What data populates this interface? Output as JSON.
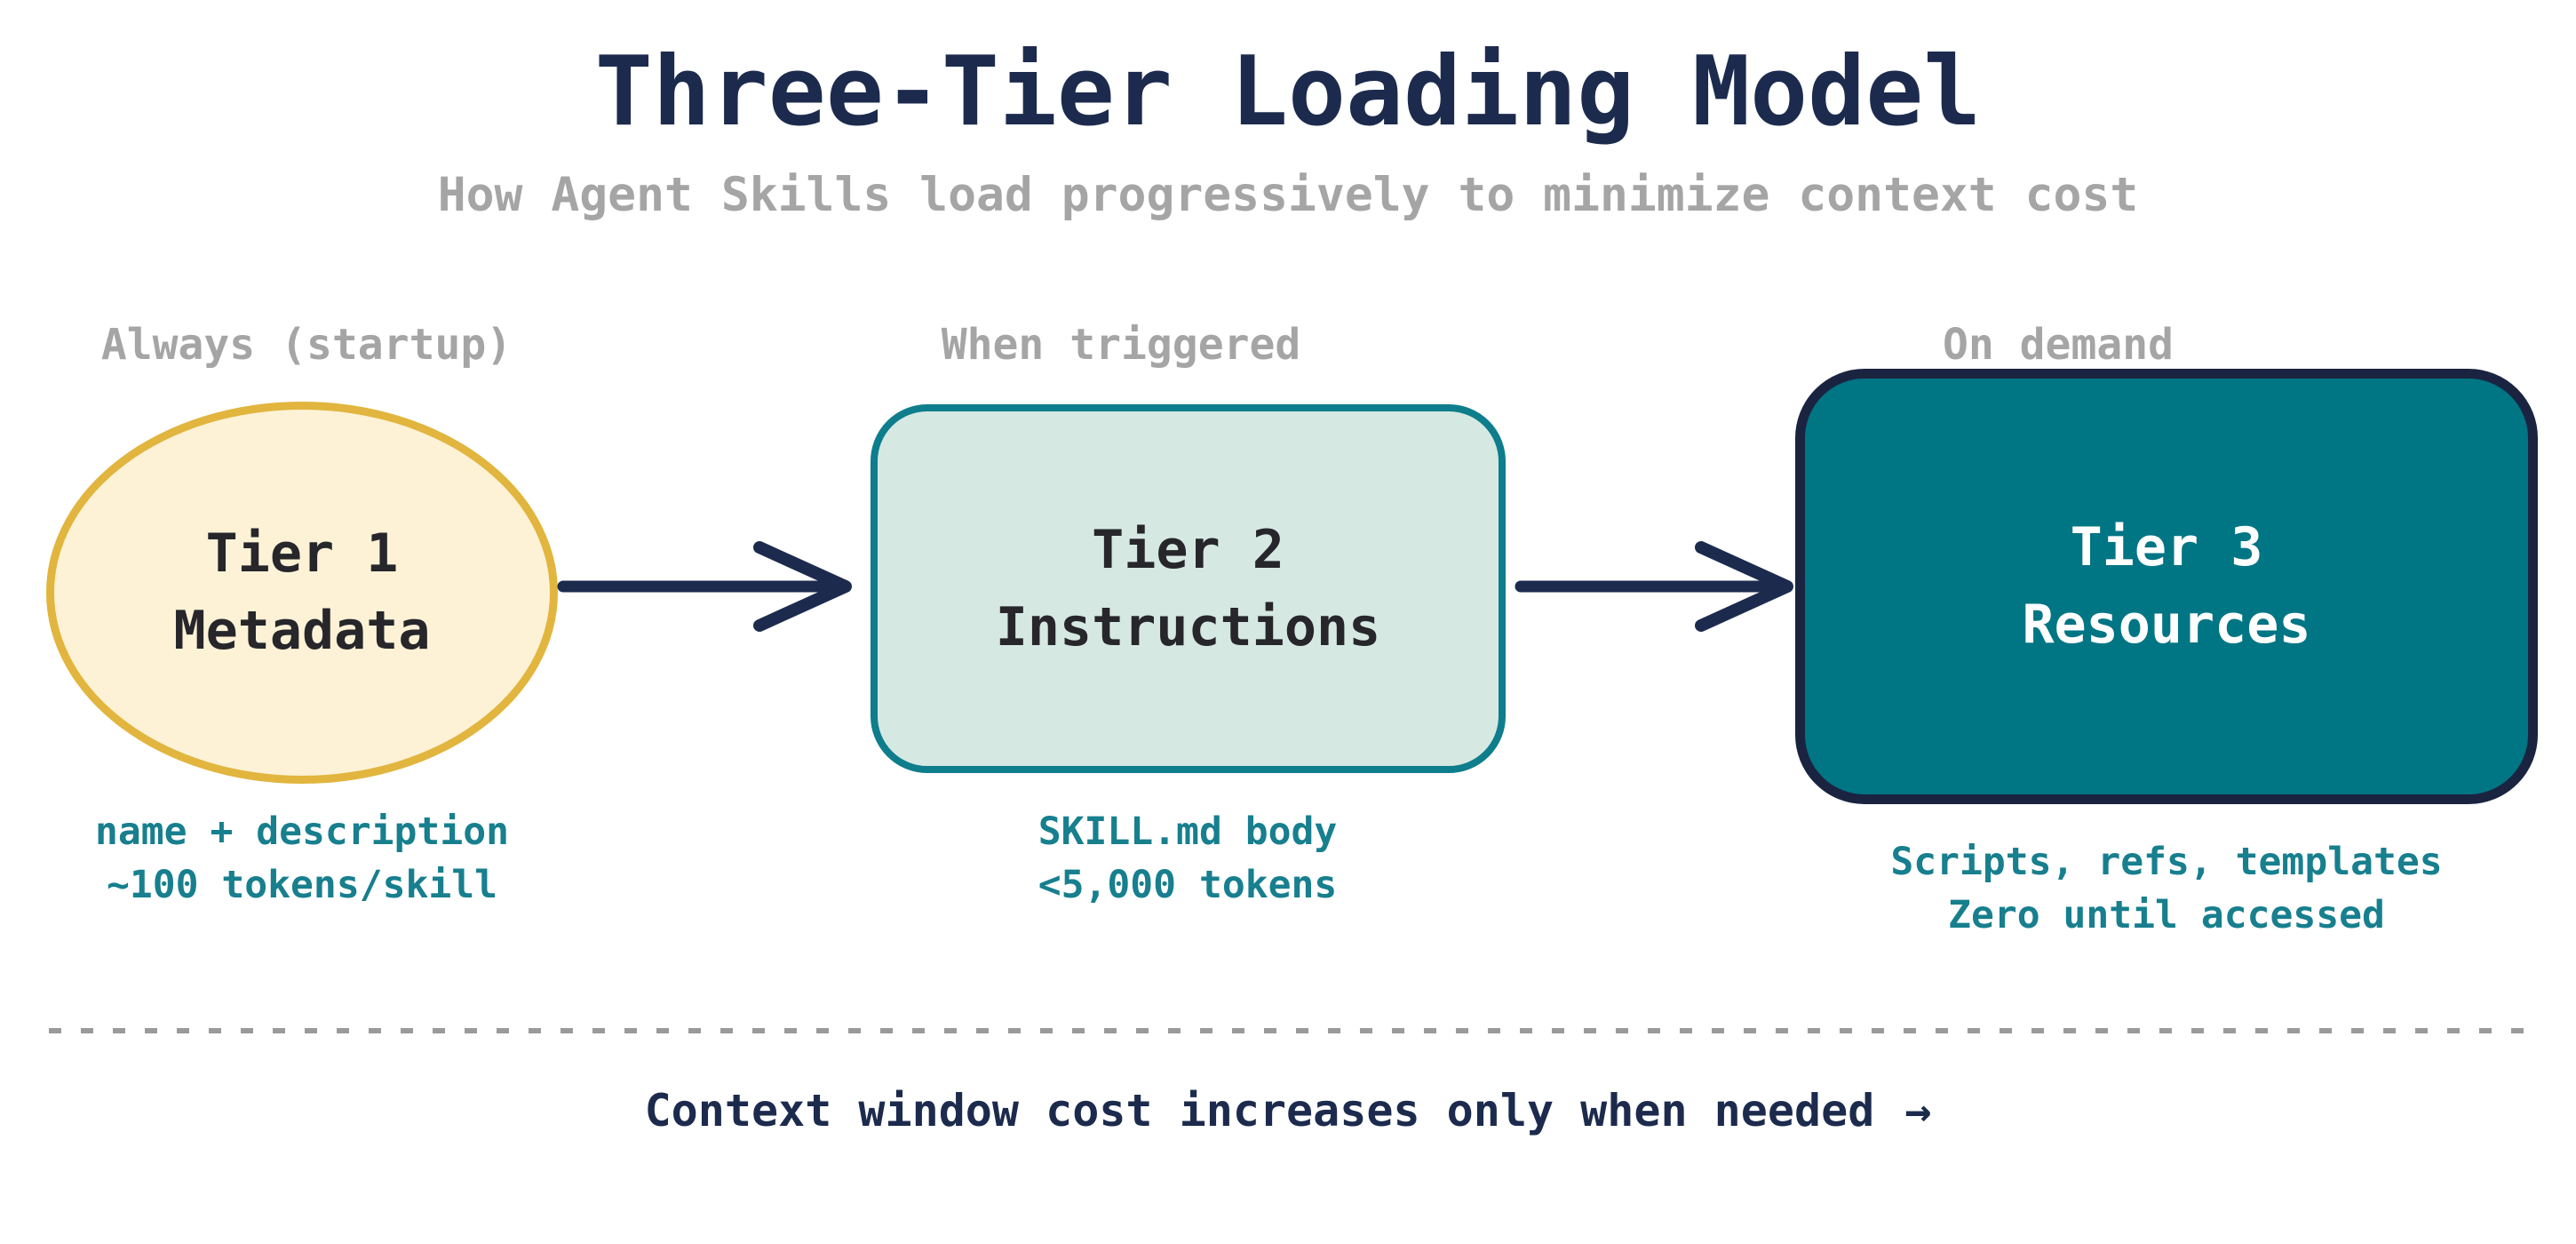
{
  "title": "Three-Tier Loading Model",
  "subtitle": "How Agent Skills load progressively to minimize context cost",
  "tiers": [
    {
      "stage_label": "Always (startup)",
      "title_line1": "Tier 1",
      "title_line2": "Metadata",
      "note_line1": "name + description",
      "note_line2": "~100 tokens/skill",
      "shape": "ellipse"
    },
    {
      "stage_label": "When triggered",
      "title_line1": "Tier 2",
      "title_line2": "Instructions",
      "note_line1": "SKILL.md body",
      "note_line2": "<5,000 tokens",
      "shape": "rounded-rect"
    },
    {
      "stage_label": "On demand",
      "title_line1": "Tier 3",
      "title_line2": "Resources",
      "note_line1": "Scripts, refs, templates",
      "note_line2": "Zero until accessed",
      "shape": "rounded-rect"
    }
  ],
  "footer": {
    "caption": "Context window cost increases only when needed",
    "arrow": "→"
  },
  "colors": {
    "navy_text": "#1c2b4d",
    "gray_label": "#a5a5a5",
    "teal_note_text": "#177f8e",
    "tier1_fill": "#fdf2d6",
    "tier1_border_gold": "#e1b53e",
    "tier2_fill": "#d6e8e2",
    "tier2_border_teal": "#0e7d8c",
    "tier3_fill": "#007584",
    "tier3_border_navy": "#1a2440",
    "tier3_text": "#ffffff",
    "dash_gray": "#9a9a9a",
    "arrow_navy": "#1c2b4d"
  }
}
